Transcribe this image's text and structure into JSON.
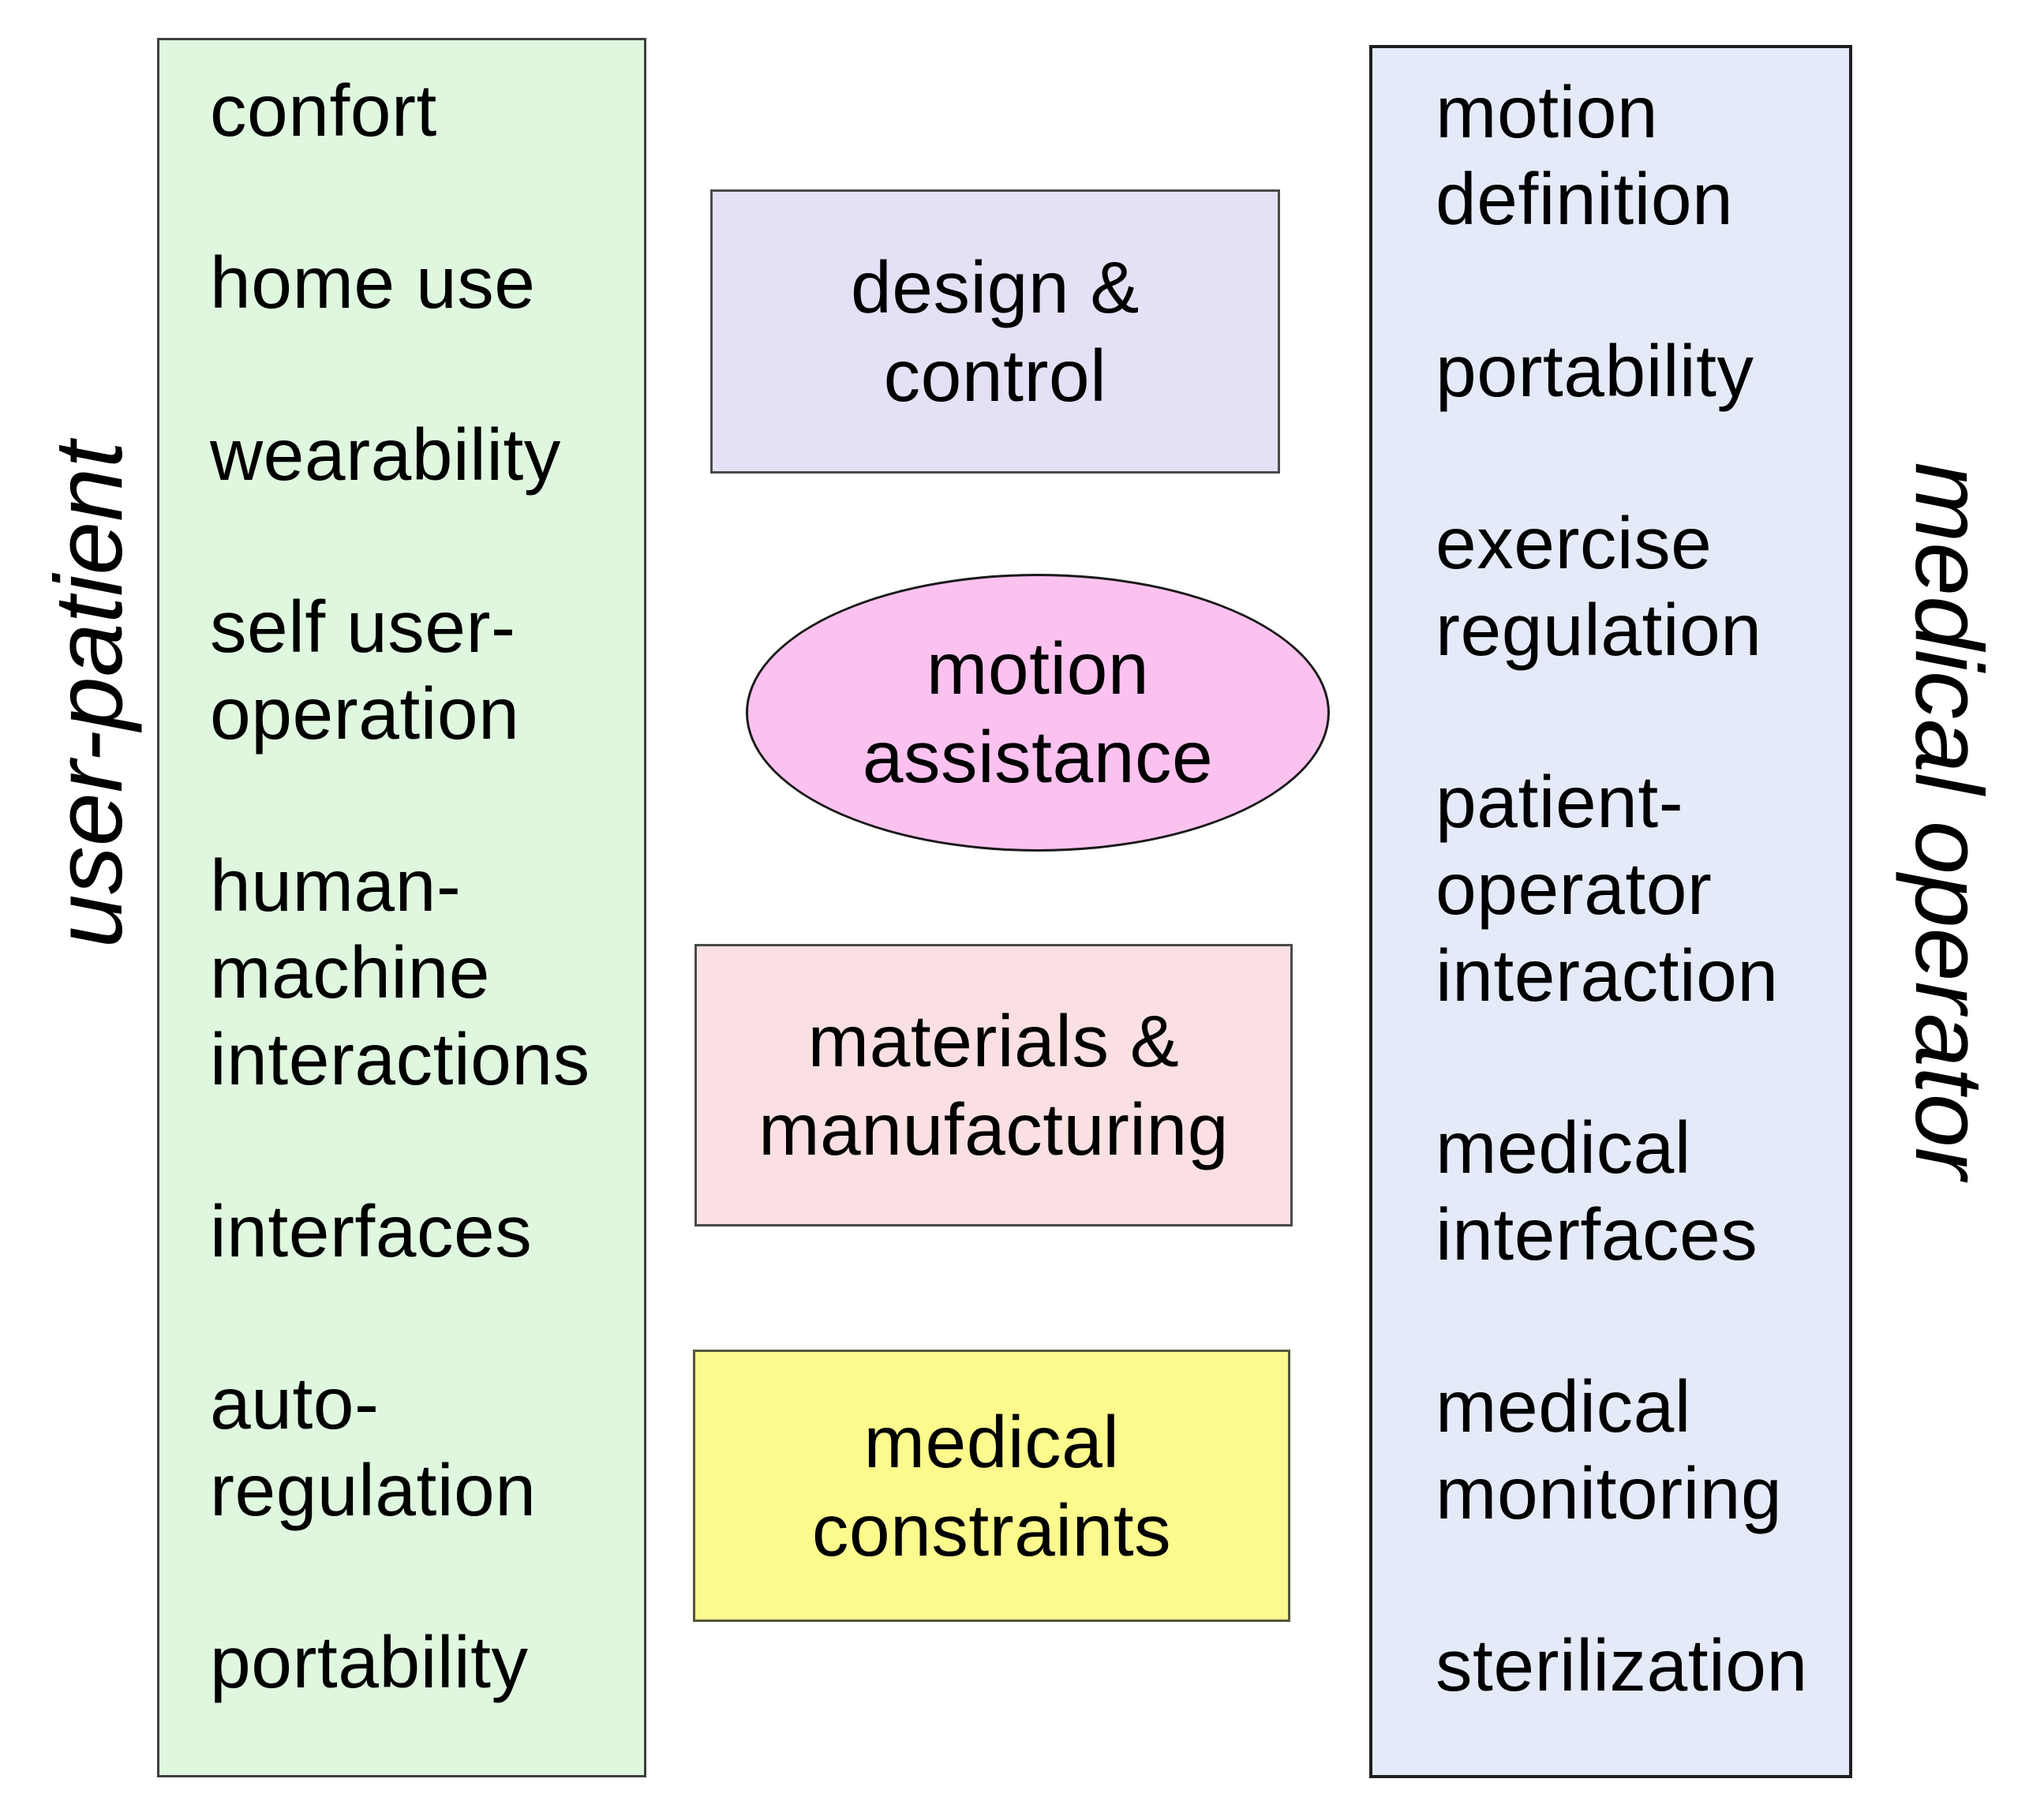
{
  "figure": {
    "left_vertical_label": "user-patient",
    "right_vertical_label": "medical operator",
    "user_patient_requirements": [
      "confort",
      "home use",
      "wearability",
      "self user-\noperation",
      "human-\nmachine\ninteractions",
      "interfaces",
      "auto-\nregulation",
      "portability"
    ],
    "medical_operator_requirements": [
      "motion\ndefinition",
      "portability",
      "exercise\nregulation",
      "patient-\noperator\ninteraction",
      "medical\ninterfaces",
      "medical\nmonitoring",
      "sterilization"
    ],
    "center_topics": {
      "design_control": "design &\ncontrol",
      "motion_assistance": "motion\nassistance",
      "materials_manufacturing": "materials &\nmanufacturing",
      "medical_constraints": "medical\nconstraints"
    },
    "colors": {
      "user_patient_box": "#DFF7DF",
      "medical_operator_box": "#E4EAF8",
      "design_control_box": "#E6E0F7",
      "motion_assistance_ellipse": "#FBC2EF",
      "materials_manufacturing_box": "#FAE0E3",
      "medical_constraints_box": "#FCF98D"
    }
  }
}
